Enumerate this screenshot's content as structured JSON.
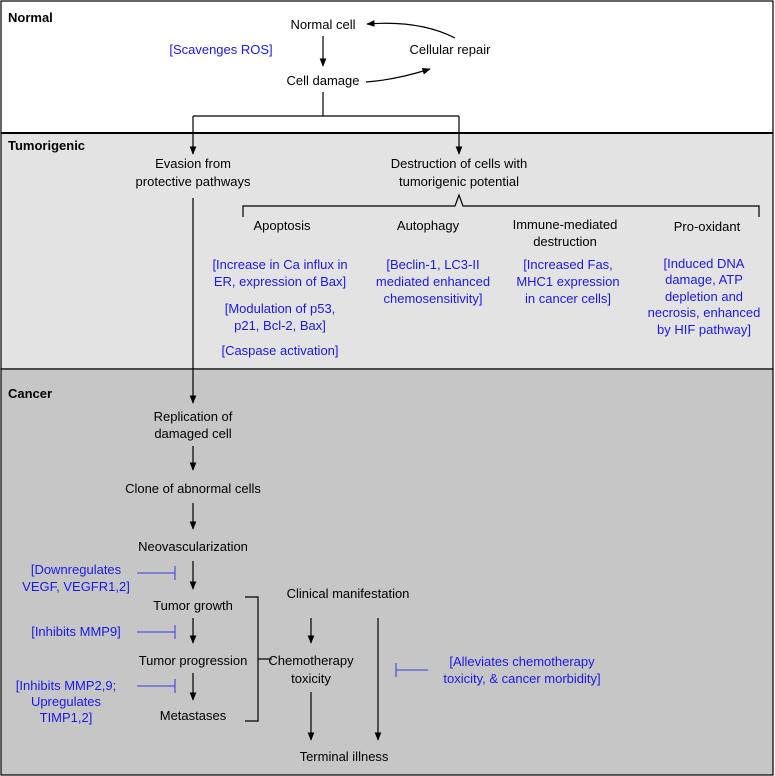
{
  "colors": {
    "normal_bg": "#ffffff",
    "tumorigenic_bg": "#e3e3e3",
    "cancer_bg": "#c6c6c6",
    "text": "#000000",
    "annotation_text": "#1a1ae6",
    "inhibition_line": "#3b3be0"
  },
  "sections": {
    "normal": "Normal",
    "tumorigenic": "Tumorigenic",
    "cancer": "Cancer"
  },
  "normal": {
    "normal_cell": "Normal cell",
    "scavenges_ros": "[Scavenges ROS]",
    "cellular_repair": "Cellular repair",
    "cell_damage": "Cell damage"
  },
  "tumorigenic": {
    "evasion": [
      "Evasion from",
      "protective pathways"
    ],
    "destruction": [
      "Destruction of cells with",
      "tumorigenic potential"
    ],
    "apoptosis": "Apoptosis",
    "autophagy": "Autophagy",
    "immune": [
      "Immune-mediated",
      "destruction"
    ],
    "prooxidant": "Pro-oxidant",
    "apoptosis_notes": [
      [
        "[Increase in Ca influx in",
        "ER, expression of Bax]"
      ],
      [
        "[Modulation of p53,",
        "p21, Bcl-2, Bax]"
      ],
      [
        "[Caspase activation]"
      ]
    ],
    "autophagy_note": [
      "[Beclin-1, LC3-II",
      "mediated enhanced",
      "chemosensitivity]"
    ],
    "immune_note": [
      "[Increased Fas,",
      "MHC1 expression",
      "in cancer cells]"
    ],
    "prooxidant_note": [
      "[Induced DNA",
      "damage, ATP",
      "depletion and",
      "necrosis, enhanced",
      "by HIF pathway]"
    ]
  },
  "cancer": {
    "replication": [
      "Replication of",
      "damaged cell"
    ],
    "clone": "Clone of abnormal cells",
    "neovascularization": "Neovascularization",
    "tumor_growth": "Tumor growth",
    "tumor_progression": "Tumor progression",
    "metastases": "Metastases",
    "clinical_manifestation": "Clinical manifestation",
    "chemotherapy_toxicity": [
      "Chemotherapy",
      "toxicity"
    ],
    "terminal_illness": "Terminal illness",
    "vegf_note": [
      "[Downregulates",
      "VEGF, VEGFR1,2]"
    ],
    "mmp9_note": "[Inhibits MMP9]",
    "mmp29_note": [
      "[Inhibits MMP2,9;",
      "Upregulates",
      "TIMP1,2]"
    ],
    "alleviates_note": [
      "[Alleviates chemotherapy",
      "toxicity, & cancer morbidity]"
    ]
  }
}
